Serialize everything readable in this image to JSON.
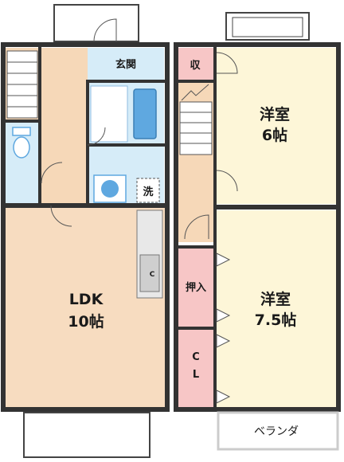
{
  "plan": {
    "colors": {
      "wood": "#f6d8b8",
      "wood_light": "#fbf0d8",
      "tatami": "#fdf6d8",
      "wet": "#d6ecf8",
      "storage": "#f7c6c6",
      "wall": "#333333",
      "fixture": "#5fa8e0"
    },
    "rooms": {
      "entrance": "玄関",
      "storage_top": "収",
      "room_a_name": "洋室",
      "room_a_size": "6帖",
      "wash": "洗",
      "ldk_name": "LDK",
      "ldk_size": "10帖",
      "closet_push": "押入",
      "room_b_name": "洋室",
      "room_b_size": "7.5帖",
      "cl_top": "C",
      "cl_bottom": "L",
      "balcony": "ベランダ",
      "kitchen_mark": "C"
    }
  }
}
